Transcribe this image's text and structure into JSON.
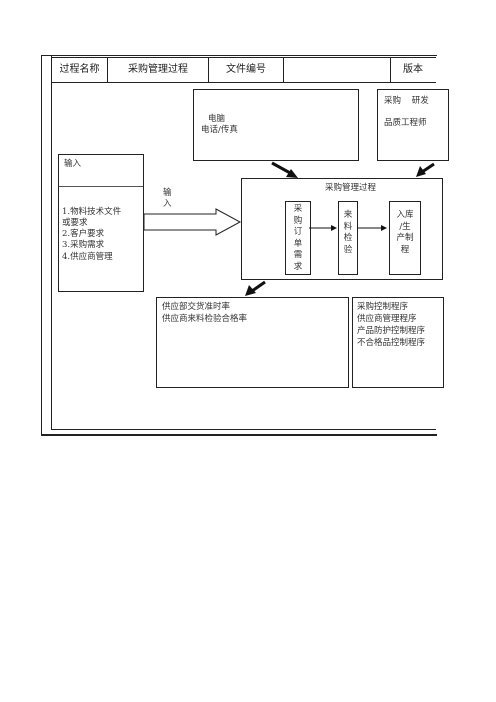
{
  "header": {
    "process_name_label": "过程名称",
    "process_name_value": "采购管理过程",
    "doc_number_label": "文件编号",
    "doc_number_value": "",
    "version_label": "版本"
  },
  "resources": {
    "lines": [
      "电脑",
      "电话/传真"
    ]
  },
  "personnel": {
    "line1": "采购    研发",
    "line2": "品质工程师"
  },
  "input_box": {
    "title": "输入",
    "items": [
      "1.物料技术文件",
      "或要求",
      "2.客户要求",
      "3.采购需求",
      "4.供应商管理"
    ]
  },
  "input_arrow_label": "输\n入",
  "process": {
    "title": "采购管理过程",
    "steps": [
      "采\n购\n订\n单\n需\n求",
      "来\n料\n检\n验",
      "入库\n/生\n产制\n程"
    ]
  },
  "metrics": {
    "lines": [
      "供应部交货准时率",
      "供应商来料检验合格率"
    ]
  },
  "procedures": {
    "lines": [
      "采购控制程序",
      "供应商管理程序",
      "产品防护控制程序",
      "不合格品控制程序"
    ]
  }
}
